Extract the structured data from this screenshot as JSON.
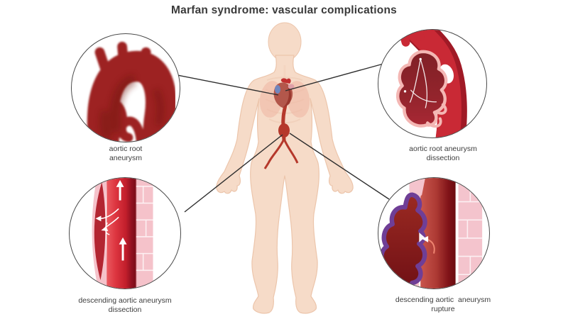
{
  "title": "Marfan syndrome: vascular complications",
  "callouts": {
    "top_left": {
      "label_line1": "aortic root",
      "label_line2": "aneurysm",
      "illustration": "aortic-root-aneurysm"
    },
    "top_right": {
      "label_line1": "aortic root aneurysm",
      "label_line2": "dissection",
      "illustration": "aortic-root-aneurysm-dissection"
    },
    "bottom_left": {
      "label_line1": "descending aortic aneurysm",
      "label_line2": "dissection",
      "illustration": "descending-aortic-aneurysm-dissection"
    },
    "bottom_right": {
      "label_line1": "descending aortic  aneurysm",
      "label_line2": "rupture",
      "illustration": "descending-aortic-aneurysm-rupture"
    }
  },
  "figure": {
    "description": "human body anterior silhouette with heart and aorta"
  },
  "colors": {
    "background": "#ffffff",
    "title_text": "#3a3a3a",
    "label_text": "#3d3d3d",
    "skin": "#f6dbc8",
    "skin_outline": "#ecc5ab",
    "lung_pink": "#f0b9a6",
    "heart_red": "#b3574b",
    "artery_red": "#b5382b",
    "dark_aneurysm_red": "#9d2420",
    "bright_artery_red": "#c92935",
    "vessel_wall_pink": "#f5c2ca",
    "dissection_outline_pink": "#f4b7b4",
    "rupture_purple": "#6f3e96",
    "connector_line": "#2e2e2e"
  }
}
